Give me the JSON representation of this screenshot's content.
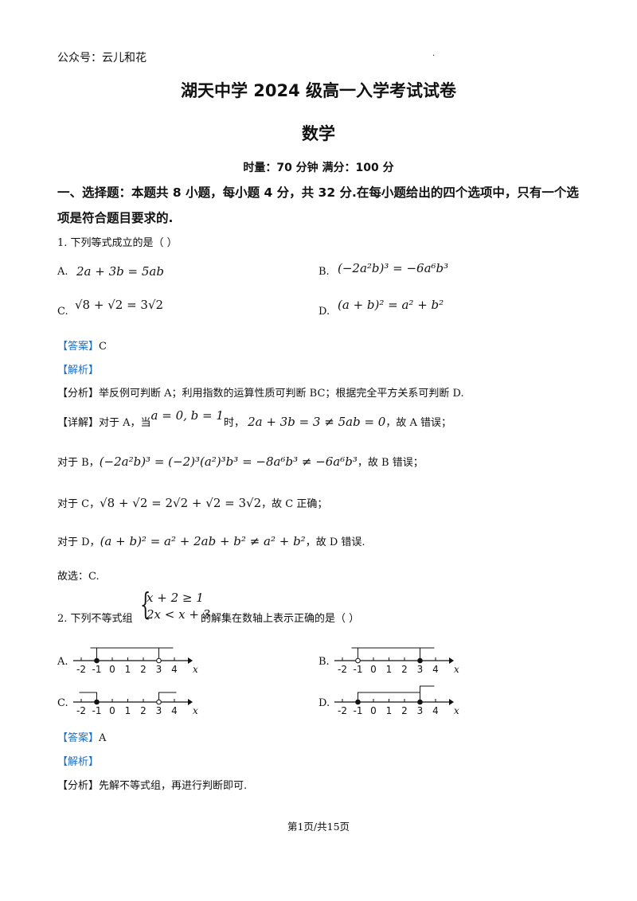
{
  "header": {
    "source": "公众号：云儿和花",
    "dot": "."
  },
  "title": "湖天中学 2024 级高一入学考试试卷",
  "subject": "数学",
  "exam_info": "时量：70 分钟  满分：100 分",
  "section1": {
    "heading_line1": "一、选择题：本题共 8 小题，每小题 4 分，共 32 分.在每小题给出的四个选项中，只有一个选",
    "heading_line2": "项是符合题目要求的."
  },
  "q1": {
    "stem": "1.  下列等式成立的是（        ）",
    "options": {
      "A_label": "A.",
      "A_expr": "2a + 3b = 5ab",
      "B_label": "B.",
      "B_expr": "(−2a²b)³ = −6a⁶b³",
      "C_label": "C.",
      "C_expr": "√8 + √2 = 3√2",
      "D_label": "D.",
      "D_expr": "(a + b)² = a² + b²"
    },
    "answer_tag": "【答案】",
    "answer": "C",
    "analysis_tag": "【解析】",
    "fenxi_tag": "【分析】",
    "fenxi": "举反例可判断 A；利用指数的运算性质可判断 BC；根据完全平方关系可判断 D.",
    "detail_tag": "【详解】",
    "detail_A_pre": "对于 A，当",
    "detail_A_cond": "a = 0, b = 1",
    "detail_A_mid": "时，",
    "detail_A_expr": "2a + 3b = 3 ≠ 5ab = 0",
    "detail_A_post": "，故 A 错误；",
    "detail_B_pre": "对于 B，",
    "detail_B_expr": "(−2a²b)³ = (−2)³(a²)³b³ = −8a⁶b³ ≠ −6a⁶b³",
    "detail_B_post": "，故 B 错误；",
    "detail_C_pre": "对于 C，",
    "detail_C_expr": "√8 + √2 = 2√2 + √2 = 3√2",
    "detail_C_post": "，故 C 正确；",
    "detail_D_pre": "对于 D，",
    "detail_D_expr": "(a + b)² = a² + 2ab + b² ≠ a² + b²",
    "detail_D_post": "，故 D 错误.",
    "conclusion": "故选：C."
  },
  "q2": {
    "stem_pre": "2.  下列不等式组",
    "sys_line1": "x + 2 ≥ 1",
    "sys_line2": "2x < x + 3",
    "stem_post": "的解集在数轴上表示正确的是（        ）",
    "option_labels": [
      "A.",
      "B.",
      "C.",
      "D."
    ],
    "tick_labels": [
      "-2",
      "-1",
      "0",
      "1",
      "2",
      "3",
      "4"
    ],
    "axis_var": "x",
    "answer_tag": "【答案】",
    "answer": "A",
    "analysis_tag": "【解析】",
    "fenxi_tag": "【分析】",
    "fenxi": "先解不等式组，再进行判断即可."
  },
  "footer": "第1页/共15页"
}
